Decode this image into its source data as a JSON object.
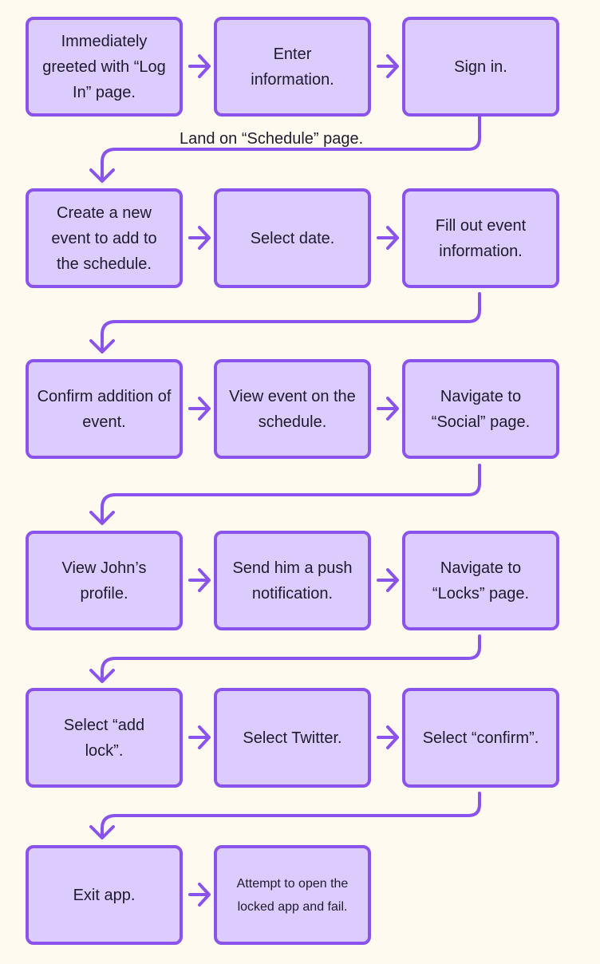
{
  "caption": "Land on “Schedule” page.",
  "colors": {
    "background": "#fffaef",
    "box_fill": "#dccbfd",
    "box_border": "#8a53ec",
    "arrow": "#8a53ec",
    "text": "#1f1b2e"
  },
  "rows": [
    {
      "steps": [
        {
          "text": "Immediately greeted with “Log In” page."
        },
        {
          "text": "Enter information."
        },
        {
          "text": "Sign in."
        }
      ]
    },
    {
      "steps": [
        {
          "text": "Create a new event to add to the schedule."
        },
        {
          "text": "Select date."
        },
        {
          "text": "Fill out event information."
        }
      ]
    },
    {
      "steps": [
        {
          "text": "Confirm addition of event."
        },
        {
          "text": "View event on the schedule."
        },
        {
          "text": "Navigate to “Social” page."
        }
      ]
    },
    {
      "steps": [
        {
          "text": "View John’s profile."
        },
        {
          "text": "Send him a push notification."
        },
        {
          "text": "Navigate to “Locks” page."
        }
      ]
    },
    {
      "steps": [
        {
          "text": "Select “add lock”."
        },
        {
          "text": "Select Twitter."
        },
        {
          "text": "Select “confirm”."
        }
      ]
    },
    {
      "steps": [
        {
          "text": "Exit app."
        },
        {
          "text": "Attempt to open the locked app and fail."
        }
      ]
    }
  ]
}
